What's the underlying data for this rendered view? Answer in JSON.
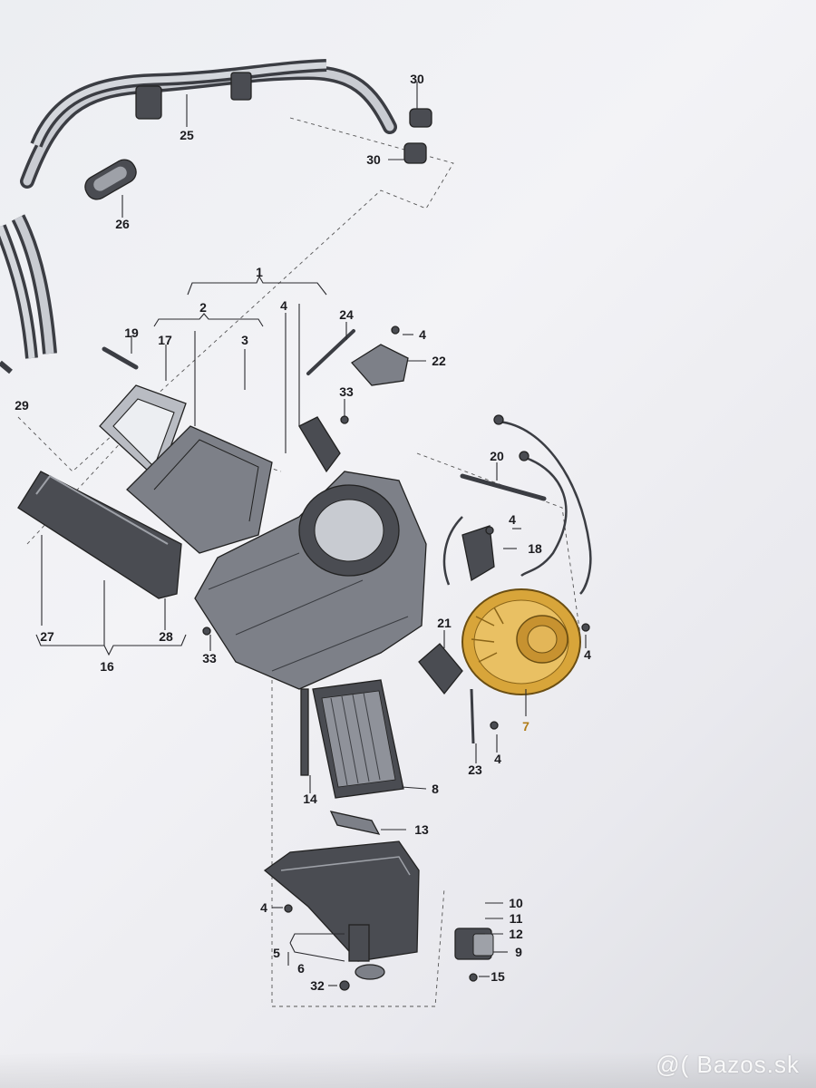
{
  "watermark": "@( Bazos.sk",
  "colors": {
    "blower_highlight": "#d8a53a",
    "part_dark": "#4a4c52",
    "background": "#eceef2"
  },
  "labels": {
    "l1": "1",
    "l2": "2",
    "l3": "3",
    "l4a": "4",
    "l4b": "4",
    "l4c": "4",
    "l4d": "4",
    "l4e": "4",
    "l5": "5",
    "l6": "6",
    "l7": "7",
    "l8": "8",
    "l9": "9",
    "l10": "10",
    "l11": "11",
    "l12": "12",
    "l13": "13",
    "l14": "14",
    "l15": "15",
    "l16": "16",
    "l17": "17",
    "l18": "18",
    "l19": "19",
    "l20": "20",
    "l21": "21",
    "l22": "22",
    "l23": "23",
    "l24": "24",
    "l25": "25",
    "l26": "26",
    "l27": "27",
    "l28": "28",
    "l29": "29",
    "l30a": "30",
    "l30b": "30",
    "l32": "32",
    "l33a": "33",
    "l33b": "33"
  }
}
